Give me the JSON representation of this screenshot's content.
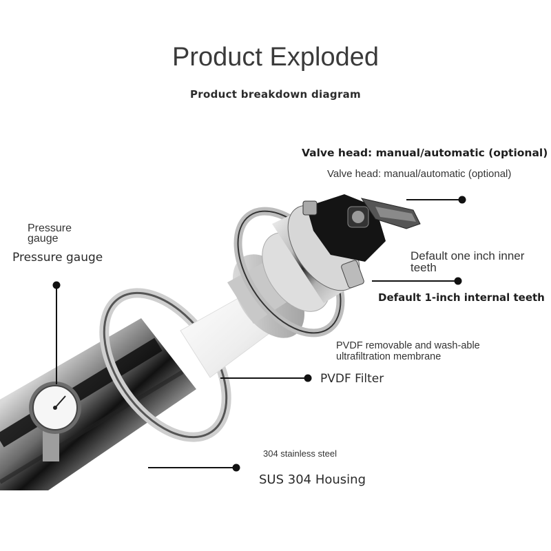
{
  "header": {
    "title": "Product Exploded",
    "subtitle": "Product breakdown diagram"
  },
  "callouts": {
    "valve_head": {
      "primary": "Valve head: manual/automatic (optional)",
      "secondary": "Valve head: manual/automatic (optional)"
    },
    "pressure_gauge": {
      "secondary": "Pressure gauge",
      "primary": "Pressure gauge"
    },
    "inner_teeth": {
      "secondary": "Default one inch inner teeth",
      "primary": "Default 1-inch internal teeth"
    },
    "filter": {
      "secondary": "PVDF removable and wash-able ultrafiltration membrane",
      "primary": "PVDF Filter"
    },
    "housing": {
      "secondary": "304 stainless steel",
      "primary": "SUS 304 Housing"
    }
  },
  "colors": {
    "steel_light": "#f2f2f2",
    "steel_dark": "#1a1a1a",
    "valve_black": "#141414",
    "membrane": "#f4f4f4",
    "leader": "#111111"
  }
}
